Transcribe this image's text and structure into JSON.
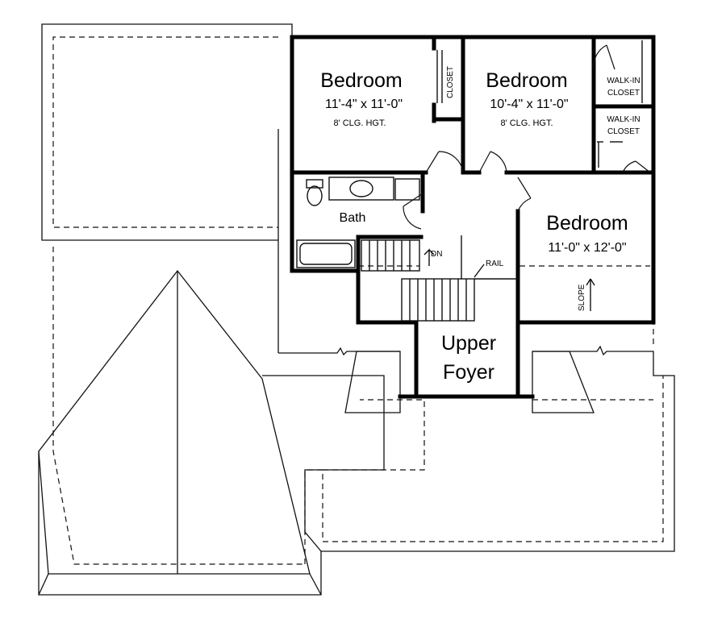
{
  "plan": {
    "rooms": [
      {
        "name": "Bedroom",
        "size": "11'-4\" x 11'-0\"",
        "ceiling": "8' CLG. HGT."
      },
      {
        "name": "Bedroom",
        "size": "10'-4\" x 11'-0\"",
        "ceiling": "8' CLG. HGT."
      },
      {
        "name": "Bedroom",
        "size": "11'-0\" x 12'-0\""
      }
    ],
    "bath": "Bath",
    "foyer": {
      "line1": "Upper",
      "line2": "Foyer"
    },
    "closet": "CLOSET",
    "walkin": [
      {
        "line1": "WALK-IN",
        "line2": "CLOSET"
      },
      {
        "line1": "WALK-IN",
        "line2": "CLOSET"
      }
    ],
    "dn": "DN",
    "rail": "RAIL",
    "slope": "SLOPE"
  }
}
